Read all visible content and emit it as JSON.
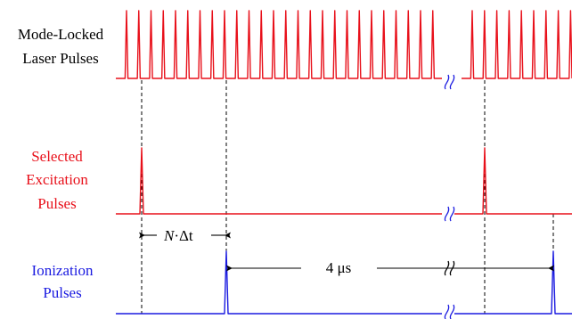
{
  "colors": {
    "laser": "#e8101a",
    "selected": "#e8101a",
    "ionization": "#1a1ae0",
    "guide": "#000000",
    "break_mark": "#1a1ae0"
  },
  "labels": {
    "laser_line1": "Mode-Locked",
    "laser_line2": "Laser Pulses",
    "selected_line1": "Selected",
    "selected_line2": "Excitation",
    "selected_line3": "Pulses",
    "ionization_line1": "Ionization",
    "ionization_line2": "Pulses"
  },
  "annotations": {
    "n_symbol": "N",
    "delta_t": "·Δt",
    "delay_label": "4 μs"
  }
}
